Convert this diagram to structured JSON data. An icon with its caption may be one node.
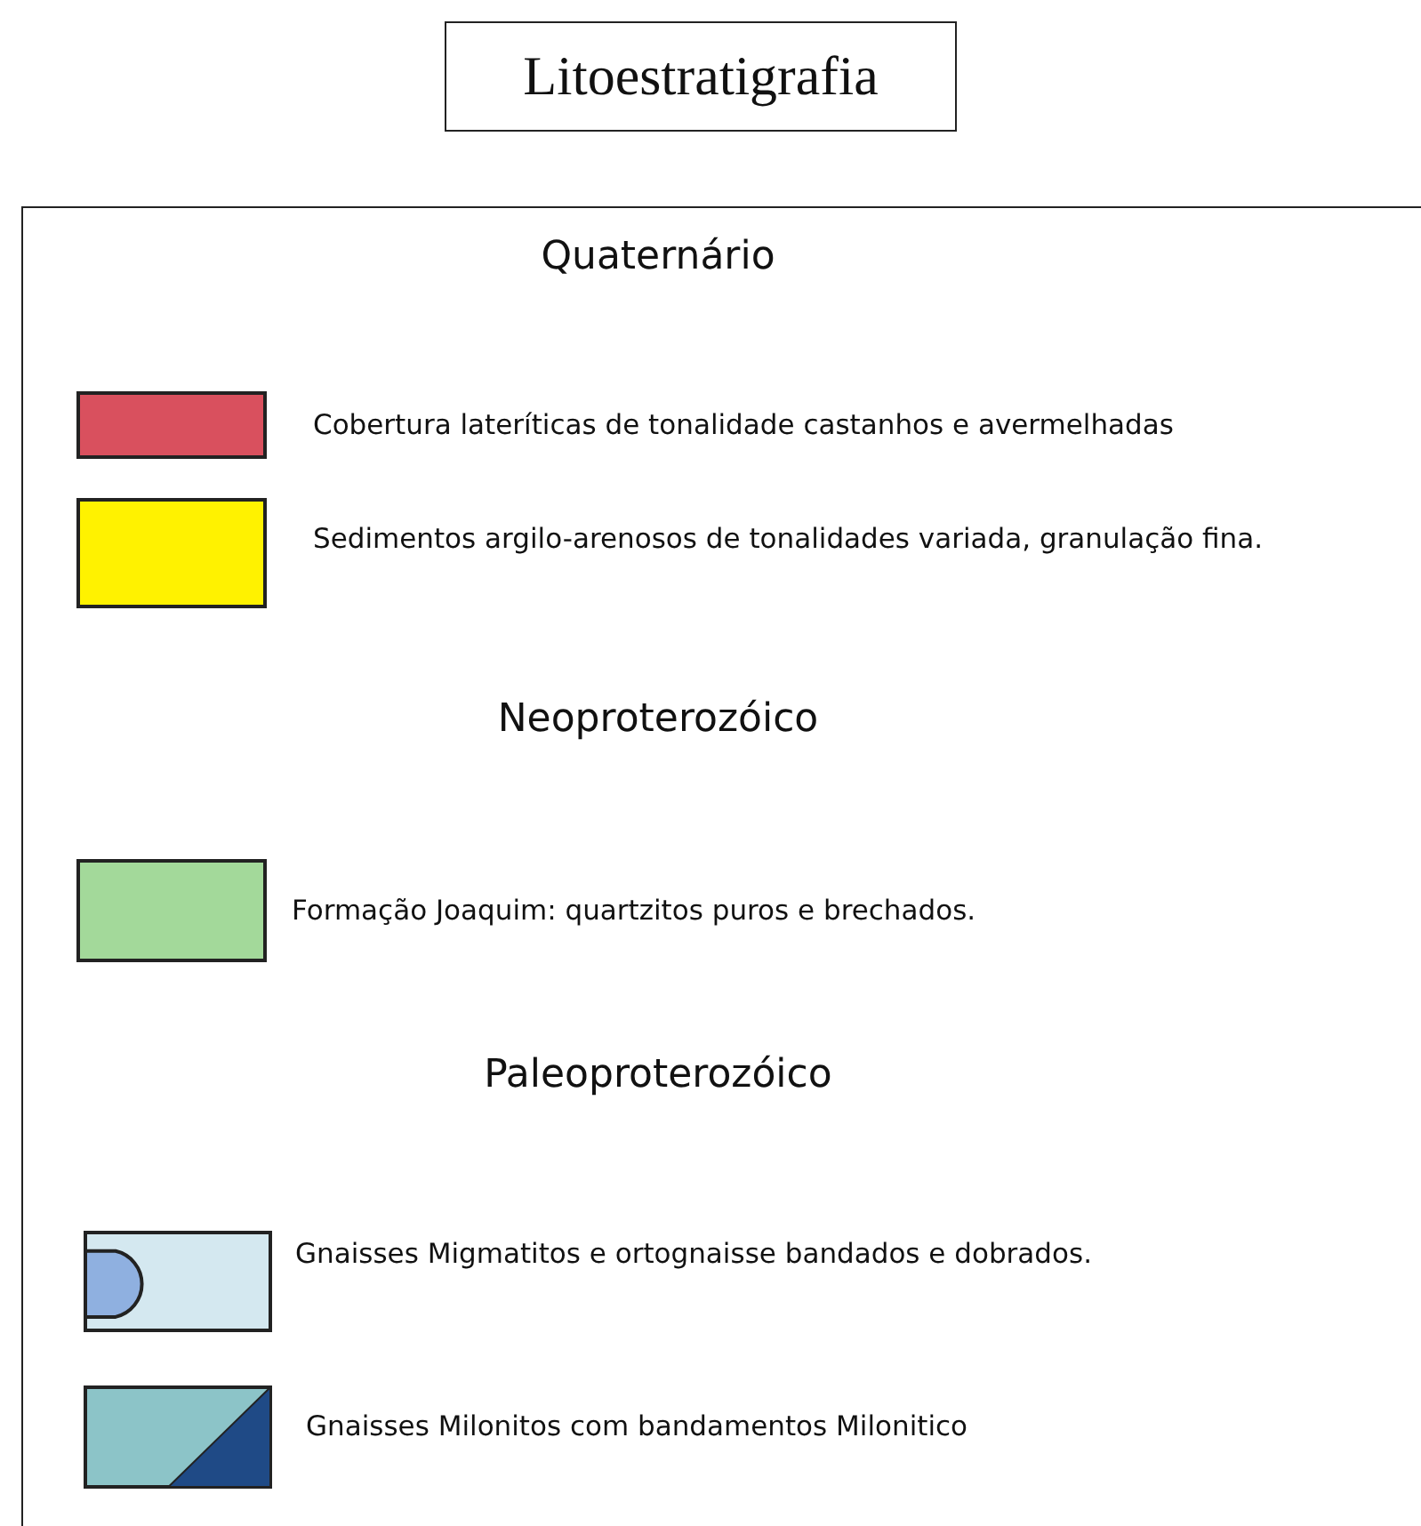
{
  "diagram": {
    "title": "Litoestratigrafia",
    "labels": [
      "Quaternário",
      "Neoproterozóico",
      "Paleoproterozóico"
    ],
    "legend": [
      {
        "text": "Cobertura lateríticas de tonalidade castanhos e avermelhadas",
        "color": "#d9505e"
      },
      {
        "text": "Sedimentos argilo-arenosos de tonalidades variada, granulação fina.",
        "color": "#fff200"
      },
      {
        "text": "Formação Joaquim: quartzitos puros e brechados.",
        "color": "#a3d99a"
      },
      {
        "text": "Gnaisses Migmatitos e ortognaisse bandados e dobrados."
      },
      {
        "text": "Gnaisses Milonitos com bandamentos Milonitico"
      }
    ]
  }
}
